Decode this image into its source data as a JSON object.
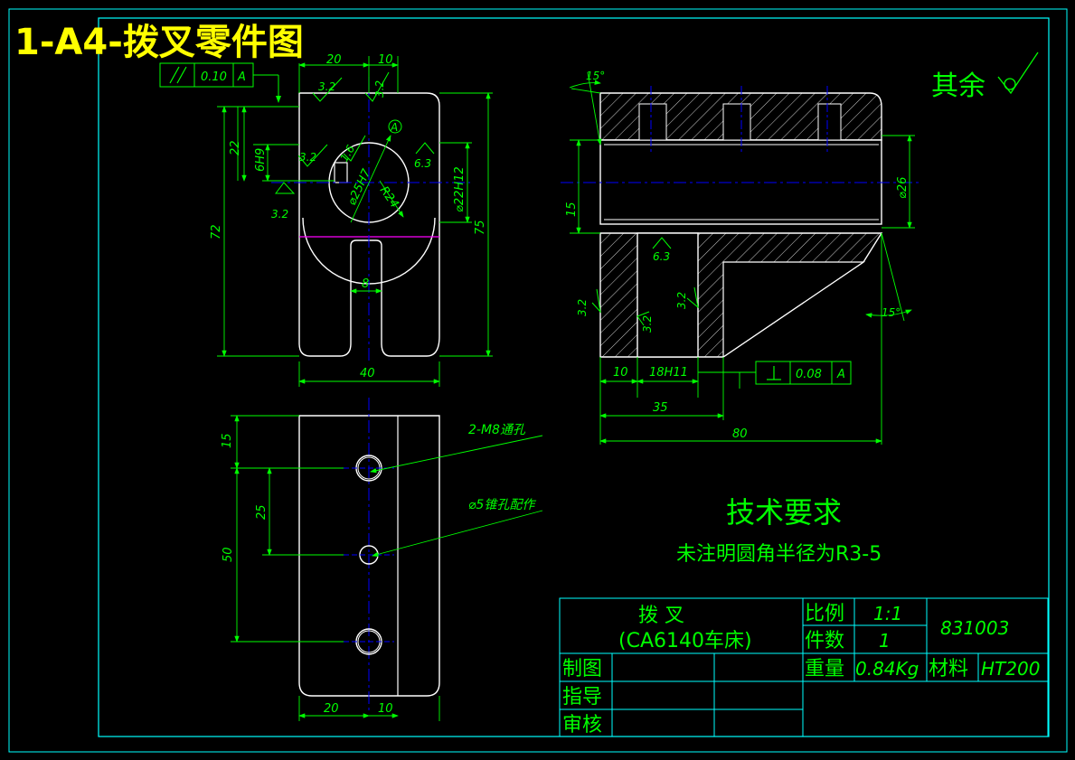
{
  "sheet_title": "1-A4-拨叉零件图",
  "roughness_rest_label": "其余",
  "tech_req": {
    "heading": "技术要求",
    "note": "未注明圆角半径为R3-5"
  },
  "front_view": {
    "dim_20_top": "20",
    "dim_10_top": "10",
    "parallel_tol": "0.10",
    "parallel_datum": "A",
    "rough_3_2_a": "3.2",
    "rough_3_2_b": "3.2",
    "rough_3_2_c": "3.2",
    "rough_3_2_d": "3.2",
    "rough_1_6": "1.6",
    "rough_6_3": "6.3",
    "dim_22": "22",
    "dim_6h9": "6H9",
    "dim_72": "72",
    "dim_75": "75",
    "dim_phi25h7": "⌀25H7",
    "dim_r24": "R24",
    "dim_phi22h12": "⌀22H12",
    "dim_8": "8",
    "dim_40": "40",
    "datum_a": "A"
  },
  "side_view": {
    "angle_15_top": "15°",
    "angle_15_bottom": "15°",
    "dim_15": "15",
    "dim_phi26": "⌀26",
    "rough_6_3": "6.3",
    "rough_3_2_a": "3.2",
    "rough_3_2_b": "3.2",
    "rough_3_2_c": "3.2",
    "dim_10": "10",
    "dim_18h11": "18H11",
    "dim_35": "35",
    "dim_80": "80",
    "perp_tol": "0.08",
    "perp_datum": "A"
  },
  "bottom_view": {
    "dim_15": "15",
    "dim_25": "25",
    "dim_50": "50",
    "dim_20": "20",
    "dim_10": "10",
    "note_m8": "2-M8通孔",
    "note_phi5": "⌀5锥孔配作"
  },
  "title_block": {
    "part_name": "拨    叉",
    "machine": "(CA6140车床)",
    "scale_label": "比例",
    "scale_value": "1:1",
    "qty_label": "件数",
    "qty_value": "1",
    "drawing_no": "831003",
    "weight_label": "重量",
    "weight_value": "0.84Kg",
    "material_label": "材料",
    "material_value": "HT200",
    "drawn_label": "制图",
    "guide_label": "指导",
    "review_label": "审核"
  },
  "colors": {
    "outline": "#ffffff",
    "dimension": "#00ff00",
    "frame": "#00ffff",
    "centerline": "#0000ff",
    "title": "#ffff00",
    "section_line": "#ff00ff"
  }
}
